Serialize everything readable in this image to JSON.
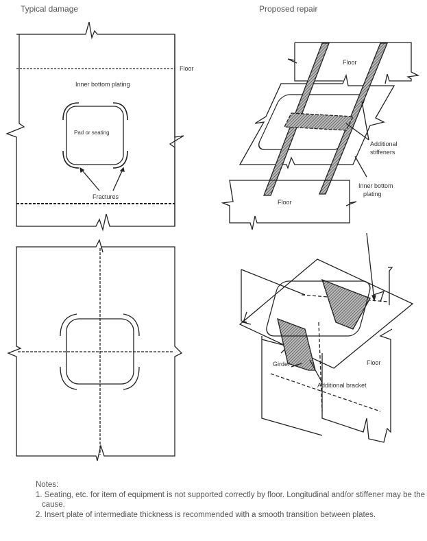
{
  "headings": {
    "left": "Typical damage",
    "right": "Proposed repair"
  },
  "labels": {
    "floor_top_left": "Floor",
    "inner_bottom_plating_left": "Inner bottom plating",
    "pad_or_seating": "Pad or seating",
    "fractures": "Fractures",
    "floor_top_right": "Floor",
    "floor_bottom_right_top": "Floor",
    "additional_stiffeners_1": "Additional",
    "additional_stiffeners_2": "stiffeners",
    "inner_bottom_plating_1": "Inner bottom",
    "inner_bottom_plating_2": "plating",
    "girder": "Girder",
    "floor_lower": "Floor",
    "additional_bracket": "Additional bracket"
  },
  "notes": {
    "title": "Notes:",
    "items": [
      "1. Seating, etc. for item of equipment is not supported correctly by floor.  Longitudinal and/or stiffener may be the cause.",
      "2. Insert plate of intermediate thickness is recommended with a smooth transition between plates."
    ]
  }
}
